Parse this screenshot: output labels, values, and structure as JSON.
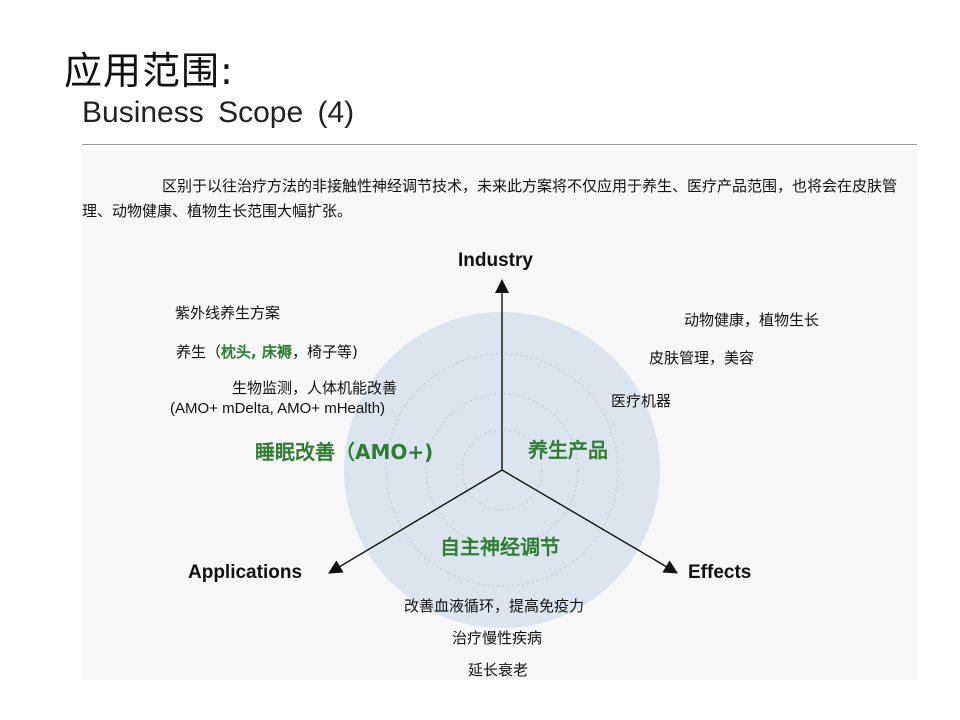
{
  "header": {
    "title_cn": "应用范围:",
    "title_en": "Business  Scope (4)"
  },
  "intro_text": "区别于以往治疗方法的非接触性神经调节技术，未来此方案将不仅应用于养生、医疗产品范围，也将会在皮肤管理、动物健康、植物生长范围大幅扩张。",
  "axes": {
    "industry": "Industry",
    "applications": "Applications",
    "effects": "Effects"
  },
  "center": {
    "label": "自主神经调节",
    "left_sector": "睡眠改善（AMO+)",
    "right_sector": "养生产品"
  },
  "left_items": {
    "uv": "紫外线养生方案",
    "yangsheng_prefix": "养生（",
    "yangsheng_highlight": "枕头, 床褥",
    "yangsheng_suffix": "，椅子等)",
    "monitoring_line1": "生物监测，人体机能改善",
    "monitoring_line2": "(AMO+ mDelta, AMO+ mHealth)"
  },
  "right_items": {
    "animal_plant": "动物健康，植物生长",
    "skin": "皮肤管理，美容",
    "medical": "医疗机器"
  },
  "bottom_items": {
    "circulation": "改善血液循环，提高免疫力",
    "chronic": "治疗慢性疾病",
    "aging": "延长衰老"
  },
  "colors": {
    "circle": "#dbe4ef",
    "accent_green": "#2e7d32",
    "axis": "#111111"
  }
}
